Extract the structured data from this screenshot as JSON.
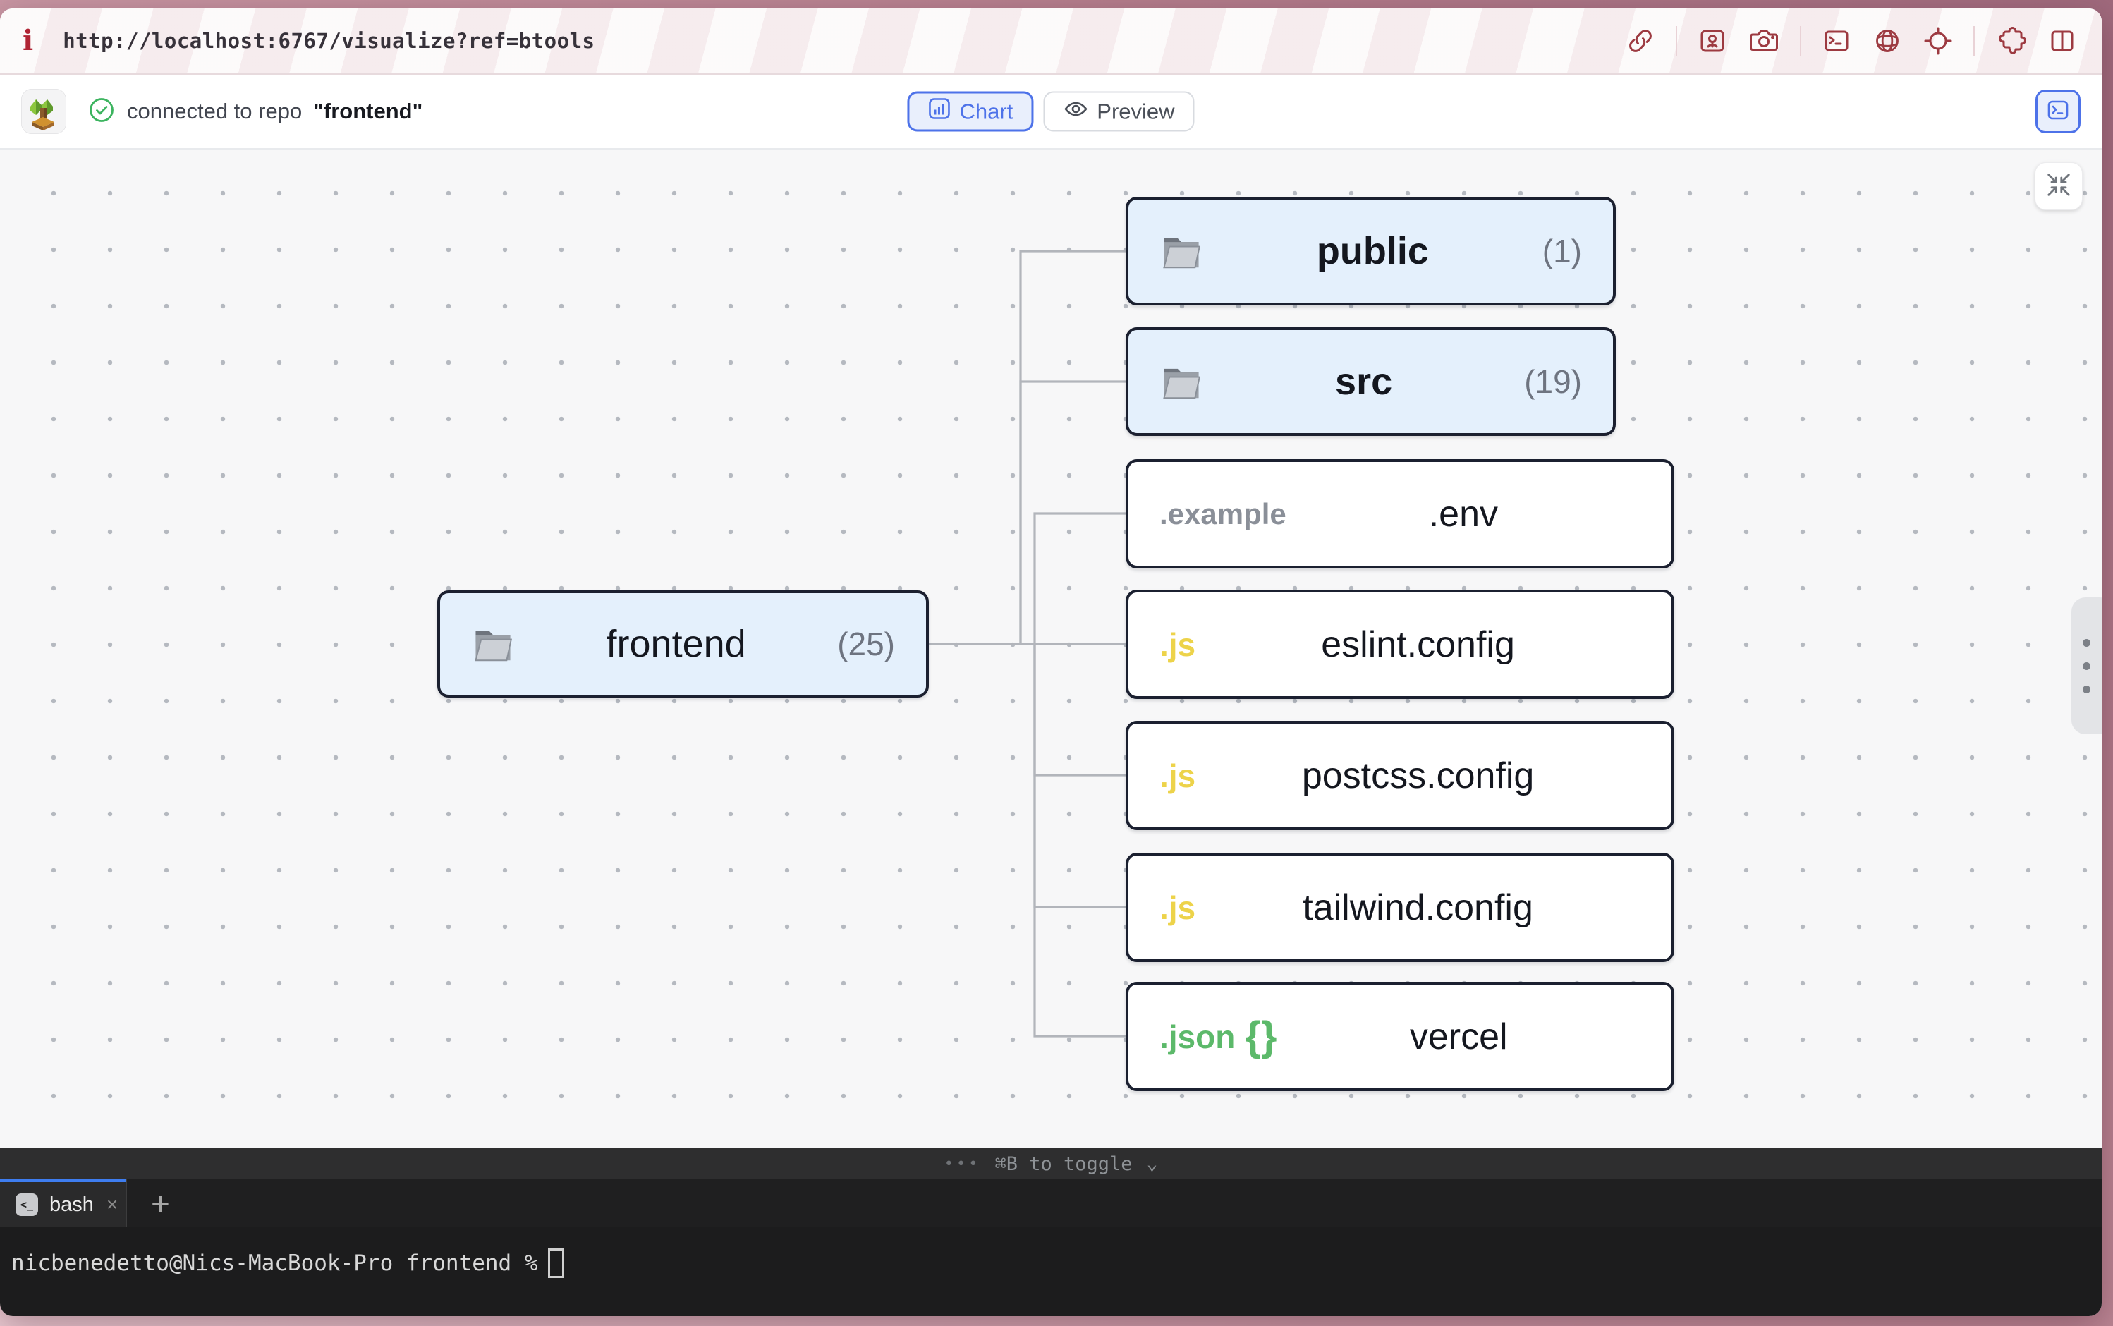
{
  "browser": {
    "url": "http://localhost:6767/visualize?ref=btools",
    "info_icon": "i",
    "toolbar_icons": [
      "link-icon",
      "screenshot-icon",
      "camera-icon",
      "terminal-icon",
      "globe-icon",
      "target-icon",
      "extensions-icon",
      "split-view-icon"
    ]
  },
  "header": {
    "status_prefix": "connected to repo",
    "repo_name": "\"frontend\"",
    "chart_button": "Chart",
    "preview_button": "Preview"
  },
  "tree": {
    "root": {
      "label": "frontend",
      "count": "(25)",
      "type": "folder"
    },
    "nodes": [
      {
        "label": "public",
        "count": "(1)",
        "type": "folder"
      },
      {
        "label": "src",
        "count": "(19)",
        "type": "folder"
      },
      {
        "ext": ".example",
        "label": ".env",
        "type": "file",
        "ext_color": "#8a8f98"
      },
      {
        "ext": ".js",
        "label": "eslint.config",
        "type": "file",
        "ext_color": "#edd34a"
      },
      {
        "ext": ".js",
        "label": "postcss.config",
        "type": "file",
        "ext_color": "#edd34a"
      },
      {
        "ext": ".js",
        "label": "tailwind.config",
        "type": "file",
        "ext_color": "#edd34a"
      },
      {
        "ext": ".json",
        "braces": "{}",
        "label": "vercel",
        "type": "file",
        "ext_color": "#5cb96a"
      }
    ]
  },
  "terminal": {
    "dots": "•••",
    "toggle_hint": "⌘B to toggle",
    "chevron": "⌄",
    "tab_label": "bash",
    "tab_icon_glyph": "<_",
    "tab_close": "×",
    "new_tab": "+",
    "prompt": "nicbenedetto@Nics-MacBook-Pro frontend %"
  },
  "colors": {
    "accent_blue": "#4d72e9",
    "check_green": "#3cb45f",
    "node_border": "#1b2030",
    "folder_node_bg": "#e4f0fc",
    "canvas_bg": "#f7f7f8",
    "browser_icon_red": "#9d3a41",
    "tab_indicator_blue": "#3e7df0",
    "desktop_pink": "#c997a4"
  }
}
